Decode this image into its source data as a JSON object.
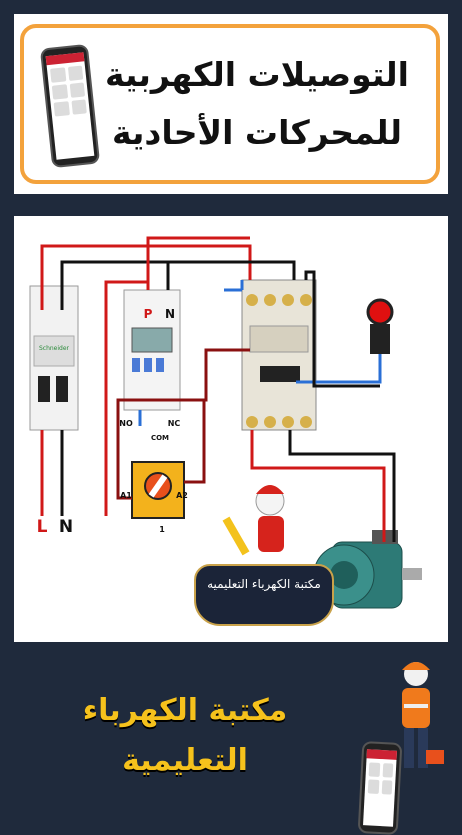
{
  "top": {
    "title": "التوصيلات الكهربية للمحركات الأحادية"
  },
  "diagram": {
    "terminal_p": "P",
    "terminal_n": "N",
    "terminal_no": "NO",
    "terminal_nc": "NC",
    "terminal_com": "COM",
    "terminal_a1": "A1",
    "terminal_a2": "A2",
    "terminal_1": "1",
    "supply_l": "L",
    "supply_n": "N",
    "badge_text": "مكتبة الكهرباء التعليميه"
  },
  "bottom": {
    "brand": "مكتبة الكهرباء التعليمية"
  },
  "colors": {
    "background": "#1f2a3c",
    "accent_orange": "#f3a23c",
    "brand_yellow": "#f6c21c",
    "wire_red": "#d01818",
    "wire_black": "#111111",
    "wire_blue": "#2a6fd6",
    "wire_darkred": "#8a1010"
  }
}
